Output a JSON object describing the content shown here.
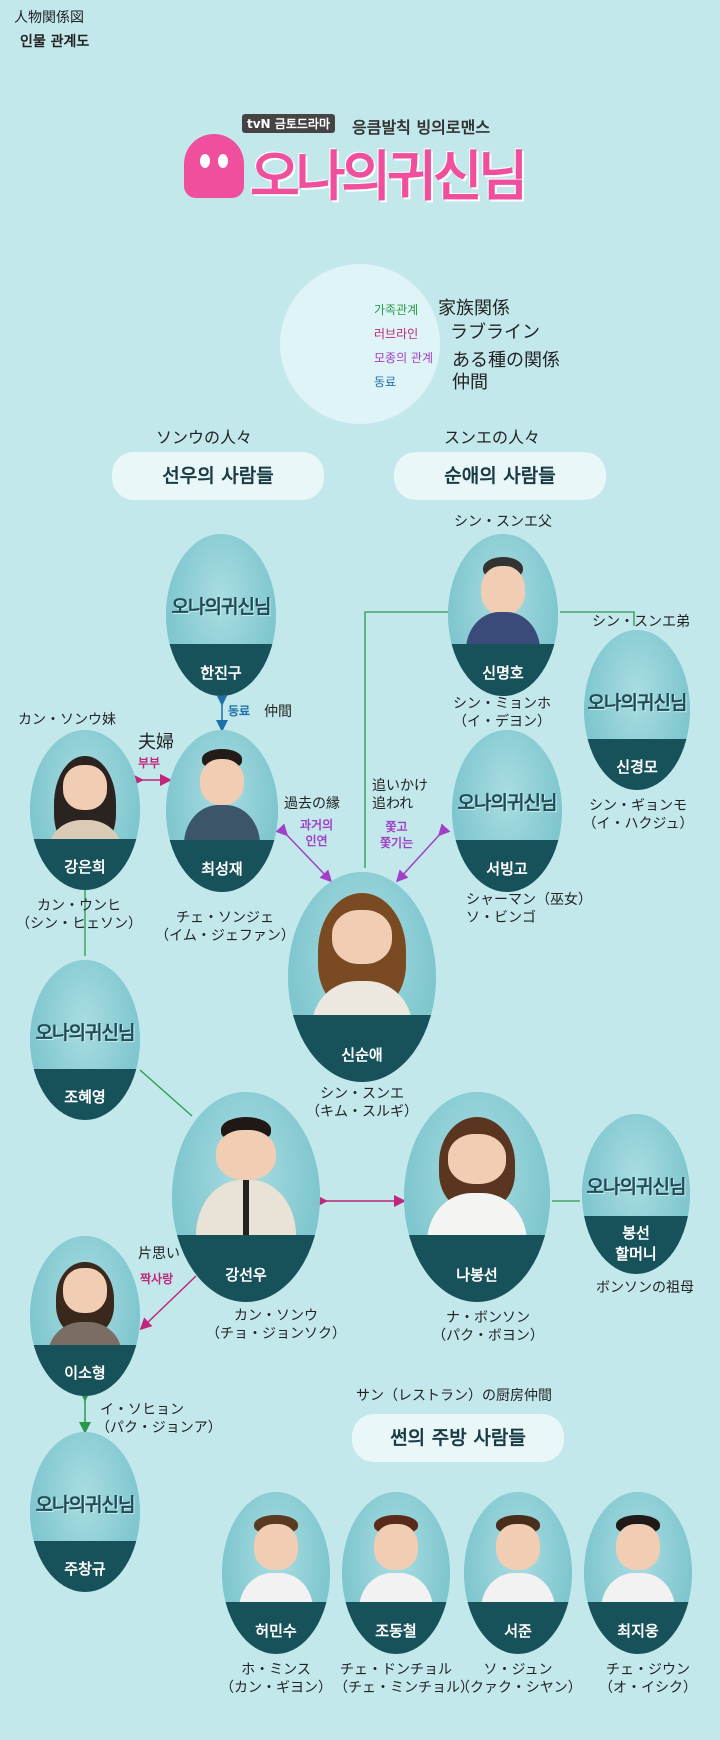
{
  "header": {
    "title_jp": "人物関係図",
    "title_ko": "인물 관계도"
  },
  "logo": {
    "channel": "tvN",
    "slot": "금토드라마",
    "tagline": "응큼발칙 빙의로맨스",
    "show_title": "오나의귀신님"
  },
  "legend": {
    "items": [
      {
        "ko": "가족관계",
        "jp": "家族関係",
        "color": "#2a9a4a"
      },
      {
        "ko": "러브라인",
        "jp": "ラブライン",
        "color": "#c0267a"
      },
      {
        "ko": "모종의 관계",
        "jp": "ある種の関係",
        "color": "#a23fc8"
      },
      {
        "ko": "동료",
        "jp": "仲間",
        "color": "#1f6fa8"
      }
    ]
  },
  "groups": {
    "sunwoo": {
      "jp": "ソンウの人々",
      "ko": "선우의 사람들"
    },
    "sunae": {
      "jp": "スンエの人々",
      "ko": "순애의 사람들"
    },
    "kitchen": {
      "jp": "サン（レストラン）の厨房仲間",
      "ko": "썬의 주방 사람들"
    }
  },
  "characters": {
    "hanjingu": {
      "name": "한진구",
      "logo": "오나의귀신님"
    },
    "choisungjae": {
      "name": "최성재",
      "jp1": "チェ・ソンジェ",
      "jp2": "（イム・ジェファン）"
    },
    "kangeunhee": {
      "name": "강은희",
      "role": "カン・ソンウ妹",
      "jp1": "カン・ウンヒ",
      "jp2": "（シン・ヒェソン）"
    },
    "shinmyungho": {
      "name": "신명호",
      "role": "シン・スンエ父",
      "jp1": "シン・ミョンホ",
      "jp2": "（イ・デヨン）"
    },
    "shinkyungmo": {
      "name": "신경모",
      "role": "シン・スンエ弟",
      "logo": "오나의귀신님",
      "jp1": "シン・ギョンモ",
      "jp2": "（イ・ハクジュ）"
    },
    "seobinggo": {
      "name": "서빙고",
      "logo": "오나의귀신님",
      "jp1": "シャーマン（巫女）",
      "jp2": "ソ・ビンゴ"
    },
    "shinsoonae": {
      "name": "신순애",
      "jp1": "シン・スンエ",
      "jp2": "（キム・スルギ）"
    },
    "johyeyoung": {
      "name": "조혜영",
      "logo": "오나의귀신님"
    },
    "kangsunwoo": {
      "name": "강선우",
      "jp1": "カン・ソンウ",
      "jp2": "（チョ・ジョンソク）"
    },
    "nabongsun": {
      "name": "나봉선",
      "jp1": "ナ・ボンソン",
      "jp2": "（パク・ボヨン）"
    },
    "grandma": {
      "name": "봉선\n할머니",
      "logo": "오나의귀신님",
      "role": "ボンソンの祖母"
    },
    "leesohyung": {
      "name": "이소형",
      "jp1": "イ・ソヒョン",
      "jp2": "（パク・ジョンア）"
    },
    "juchanggyu": {
      "name": "주창규",
      "logo": "오나의귀신님"
    },
    "heominsu": {
      "name": "허민수",
      "jp1": "ホ・ミンス",
      "jp2": "（カン・ギヨン）"
    },
    "jodongchul": {
      "name": "조동철",
      "jp1": "チェ・ドンチョル",
      "jp2": "（チェ・ミンチョル）"
    },
    "seojun": {
      "name": "서준",
      "jp1": "ソ・ジュン",
      "jp2": "（クァク・シヤン）"
    },
    "choijiwoong": {
      "name": "최지웅",
      "jp1": "チェ・ジウン",
      "jp2": "（オ・イシク）"
    }
  },
  "relations": {
    "colleague": {
      "ko": "동료",
      "jp": "仲間"
    },
    "couple": {
      "ko": "부부",
      "jp": "夫婦"
    },
    "past": {
      "ko1": "과거의",
      "ko2": "인연",
      "jp": "過去の縁"
    },
    "chase": {
      "ko1": "쫓고",
      "ko2": "쫓기는",
      "jp1": "追いかけ",
      "jp2": "追われ"
    },
    "crush": {
      "ko": "짝사랑",
      "jp": "片思い"
    }
  }
}
